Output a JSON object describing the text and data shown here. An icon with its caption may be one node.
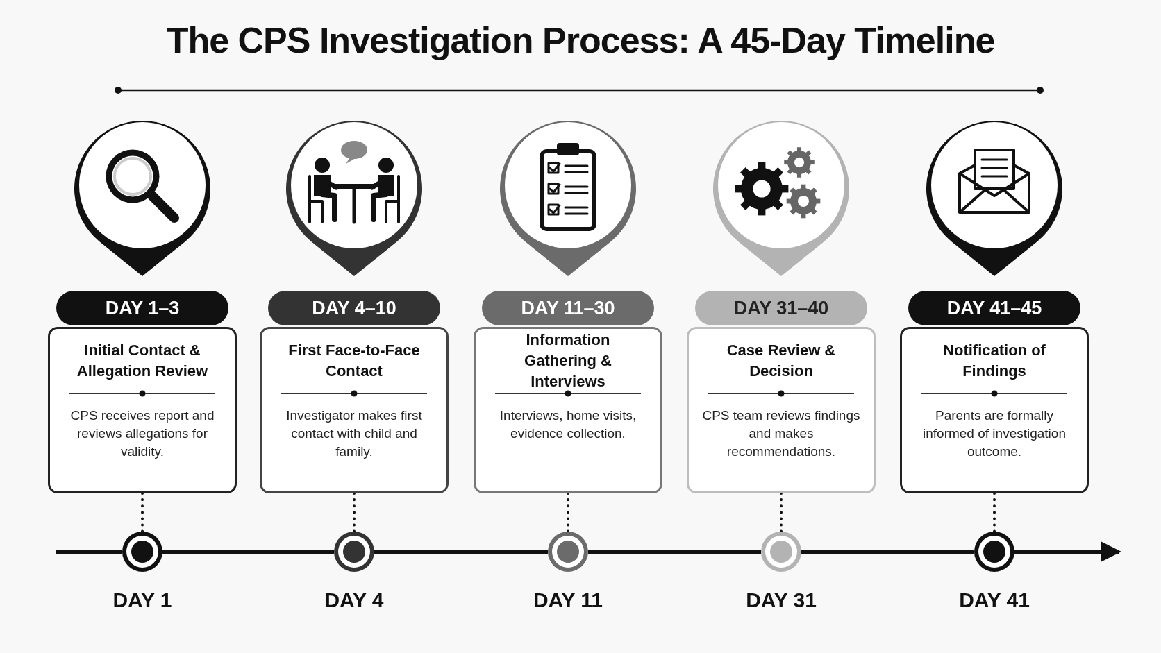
{
  "diagram": {
    "title": "The CPS Investigation Process: A 45-Day Timeline",
    "nodes": [
      {
        "text": [],
        "shape": "circle"
      },
      {
        "text": [
          "DAY 1–3",
          "Initial Contact & Allegation Review",
          "CPS receives report and reviews allegations for validity."
        ]
      },
      {
        "text": [],
        "shape": "circle",
        "beside": [
          "DAY 1"
        ]
      },
      {
        "text": [],
        "shape": "circle"
      },
      {
        "text": [
          "DAY 4–10",
          "First Face-to-Face Contact",
          "Investigator makes first contact with child and family."
        ]
      },
      {
        "text": [],
        "shape": "circle",
        "beside": [
          "DAY 4"
        ]
      },
      {
        "text": [],
        "shape": "circle"
      },
      {
        "text": [
          "DAY 11–30",
          "Information Gathering & Interviews",
          "Interviews, home visits, evidence collection."
        ]
      },
      {
        "text": [],
        "shape": "circle",
        "beside": [
          "DAY 11"
        ]
      },
      {
        "text": [],
        "shape": "circle"
      },
      {
        "text": [
          "DAY 31–40",
          "Case Review & Decision",
          "CPS team reviews findings and makes recommendations."
        ]
      },
      {
        "text": [],
        "shape": "circle",
        "beside": [
          "DAY 31"
        ]
      },
      {
        "text": [],
        "shape": "circle"
      },
      {
        "text": [
          "DAY 41–45",
          "Notification of Findings",
          "Parents are formally informed of investigation outcome."
        ]
      },
      {
        "text": [],
        "shape": "circle",
        "beside": [
          "DAY 41"
        ]
      }
    ],
    "edges": [
      {
        "from": 1,
        "to": 2,
        "arrow": "none",
        "style": "dashed"
      },
      {
        "from": 4,
        "to": 5,
        "arrow": "none",
        "style": "dashed"
      },
      {
        "from": 7,
        "to": 8,
        "arrow": "none",
        "style": "dashed"
      },
      {
        "from": 10,
        "to": 11,
        "arrow": "none",
        "style": "dashed"
      },
      {
        "from": 13,
        "to": 14,
        "arrow": "none",
        "style": "dashed"
      },
      {
        "from": null,
        "to": 2,
        "arrow": "none"
      },
      {
        "from": 2,
        "to": 5,
        "arrow": "none"
      },
      {
        "from": 5,
        "to": 8,
        "arrow": "none"
      },
      {
        "from": 8,
        "to": 11,
        "arrow": "none"
      },
      {
        "from": 11,
        "to": 14,
        "arrow": "none"
      },
      {
        "from": 14,
        "to": null,
        "arrow": "to"
      }
    ]
  }
}
